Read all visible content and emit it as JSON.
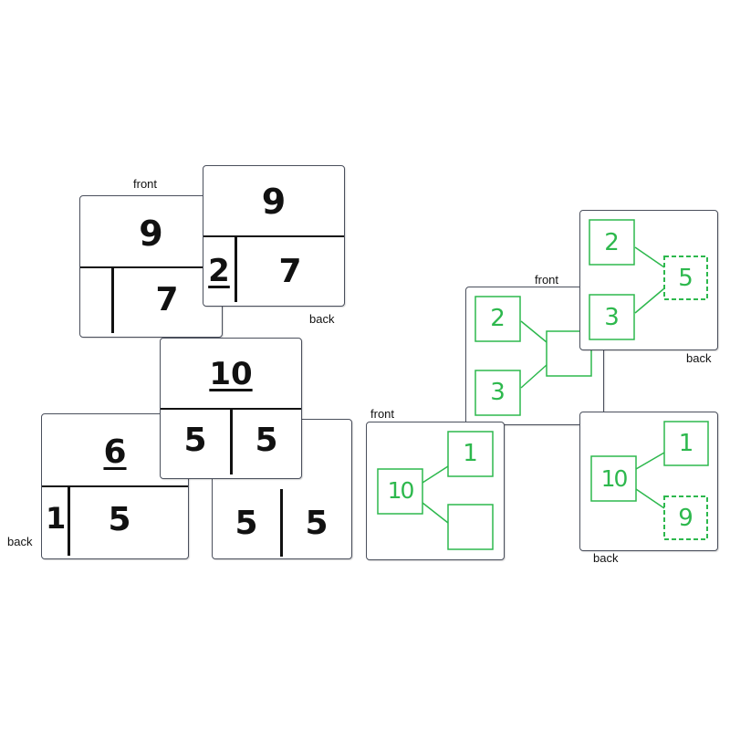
{
  "labels": {
    "front_left": "front",
    "back_left_top": "back",
    "back_left_bottom": "back",
    "front_right_top": "front",
    "back_right_top": "back",
    "front_right_bottom": "front",
    "back_right_bottom": "back"
  },
  "card_a": {
    "whole": "9",
    "part_right": "7"
  },
  "card_b": {
    "whole": "9",
    "part_left": "2",
    "part_right": "7"
  },
  "card_c": {
    "whole": "10",
    "part_left": "5",
    "part_right": "5"
  },
  "card_d": {
    "whole": "6",
    "part_left": "1",
    "part_right": "5"
  },
  "card_e": {
    "part_left": "5",
    "part_right": "5"
  },
  "bond_front_top": {
    "part_top": "2",
    "part_bottom": "3"
  },
  "bond_back_top": {
    "part_top": "2",
    "part_bottom": "3",
    "whole": "5"
  },
  "bond_front_bottom": {
    "whole": "10",
    "part_top": "1"
  },
  "bond_back_bottom": {
    "whole": "10",
    "part_top": "1",
    "part_bottom": "9"
  },
  "colors": {
    "green": "#2db84d",
    "ink": "#111111",
    "border": "#4a4f5c"
  }
}
